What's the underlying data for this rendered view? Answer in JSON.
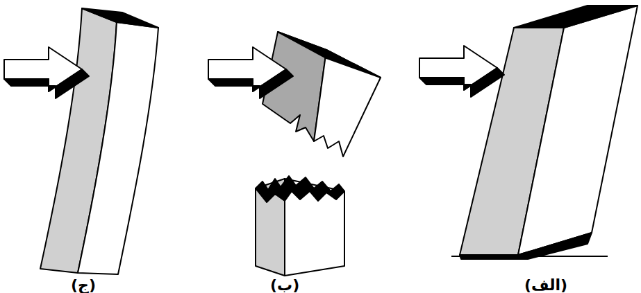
{
  "diagram": {
    "labels": [
      "(الف)",
      "(ب)",
      "(ج)"
    ]
  }
}
